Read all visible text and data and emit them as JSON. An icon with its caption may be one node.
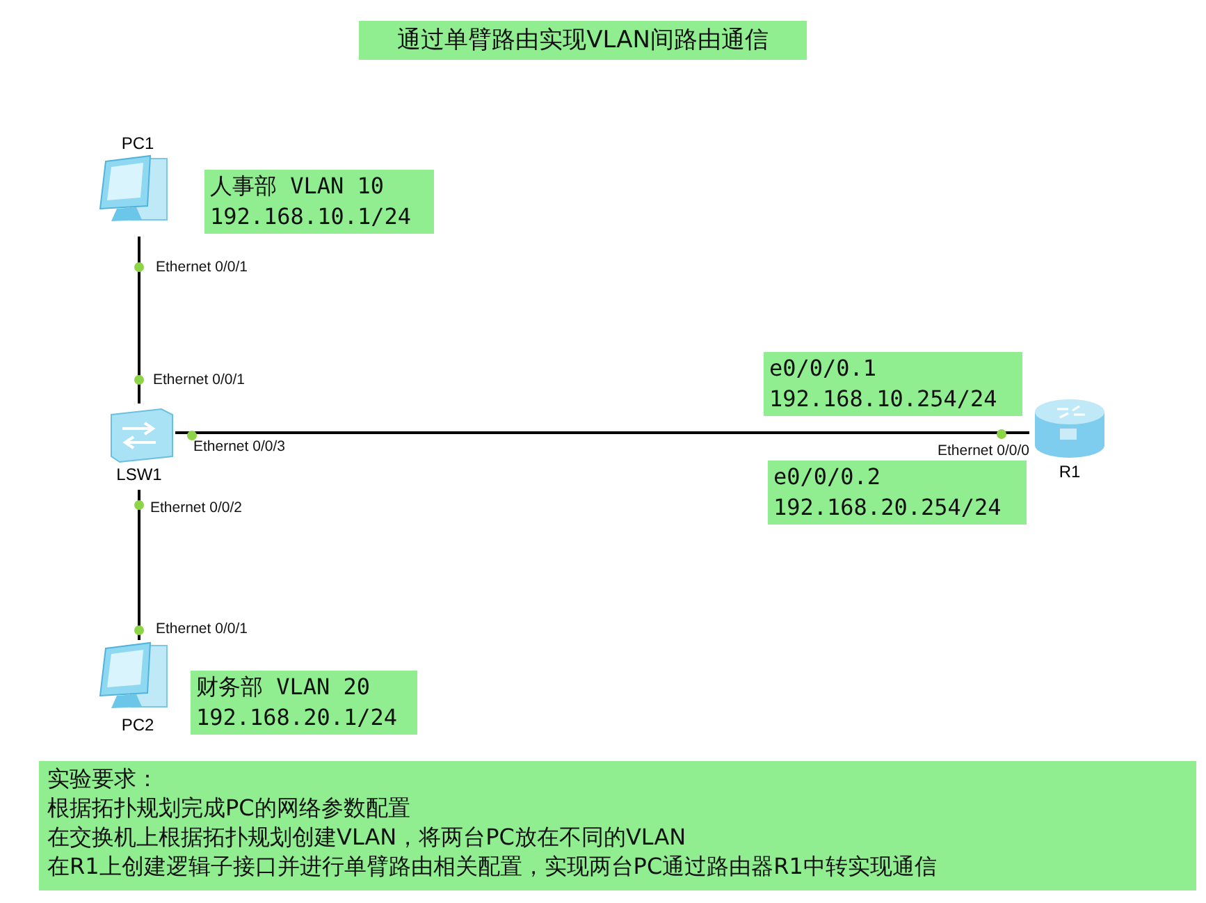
{
  "diagram": {
    "title": "通过单臂路由实现VLAN间路由通信",
    "nodes": [
      {
        "text": [
          "PC1"
        ]
      },
      {
        "text": [
          "LSW1"
        ]
      },
      {
        "text": [
          "R1"
        ]
      },
      {
        "text": [
          "PC2"
        ]
      },
      {
        "text": [
          "人事部 VLAN 10",
          "192.168.10.1/24"
        ]
      },
      {
        "text": [
          "财务部 VLAN 20",
          "192.168.20.1/24"
        ]
      },
      {
        "text": [
          "e0/0/0.1",
          "192.168.10.254/24"
        ]
      },
      {
        "text": [
          "e0/0/0.2",
          "192.168.20.254/24"
        ]
      },
      {
        "text": [
          "实验要求：",
          "根据拓扑规划完成PC的网络参数配置",
          "在交换机上根据拓扑规划创建VLAN，将两台PC放在不同的VLAN",
          "在R1上创建逻辑子接口并进行单臂路由相关配置，实现两台PC通过路由器R1中转实现通信"
        ]
      }
    ],
    "edges": [
      {
        "from": 0,
        "to": 1,
        "arrow": "none"
      },
      {
        "from": 1,
        "to": 2,
        "arrow": "none"
      },
      {
        "from": 1,
        "to": 3,
        "arrow": "none"
      }
    ],
    "labels": [
      "Ethernet 0/0/1",
      "Ethernet 0/0/1",
      "Ethernet 0/0/3",
      "Ethernet 0/0/0",
      "Ethernet 0/0/2",
      "Ethernet 0/0/1"
    ]
  }
}
